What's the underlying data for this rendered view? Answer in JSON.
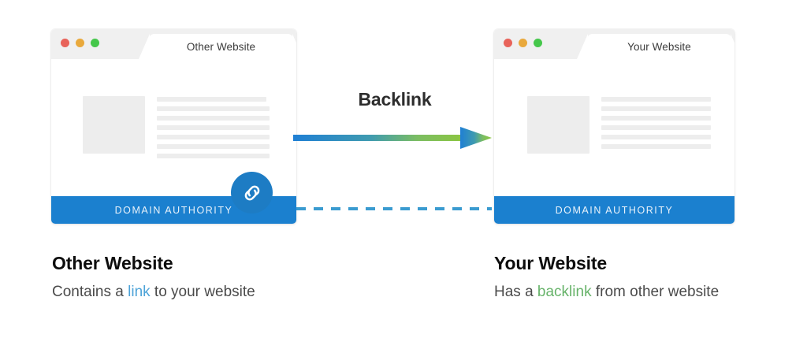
{
  "diagram": {
    "title": "Backlink diagram",
    "arrow_label": "Backlink"
  },
  "colors": {
    "browser_titlebar": "#f0f0f0",
    "dot_red": "#e8635a",
    "dot_amber": "#e9a93c",
    "dot_green": "#45c74b",
    "domain_authority_bar": "#1b80cf",
    "link_badge": "#1d7cc4",
    "arrow_gradient_start": "#1f7fd4",
    "arrow_gradient_end": "#8dc63f",
    "dashed_line": "#3a9bd0",
    "link_word": "#4da3d8",
    "backlink_word": "#67b36a",
    "placeholder_gray": "#ededed"
  },
  "windows": [
    {
      "id": "other-website",
      "tab_label": "Other Website",
      "traffic_lights": [
        "red",
        "amber",
        "green"
      ],
      "content_lines": 7,
      "has_link_badge": true,
      "link_icon": "chain-link-icon",
      "footer_label": "DOMAIN AUTHORITY"
    },
    {
      "id": "your-website",
      "tab_label": "Your Website",
      "traffic_lights": [
        "red",
        "amber",
        "green"
      ],
      "content_lines": 6,
      "has_link_badge": false,
      "link_icon": null,
      "footer_label": "DOMAIN AUTHORITY"
    }
  ],
  "captions": [
    {
      "id": "other-website",
      "title": "Other Website",
      "sub_before": "Contains a ",
      "sub_highlight": "link",
      "sub_after": " to your website"
    },
    {
      "id": "your-website",
      "title": "Your Website",
      "sub_before": "Has a ",
      "sub_highlight": "backlink",
      "sub_after": " from other website"
    }
  ]
}
